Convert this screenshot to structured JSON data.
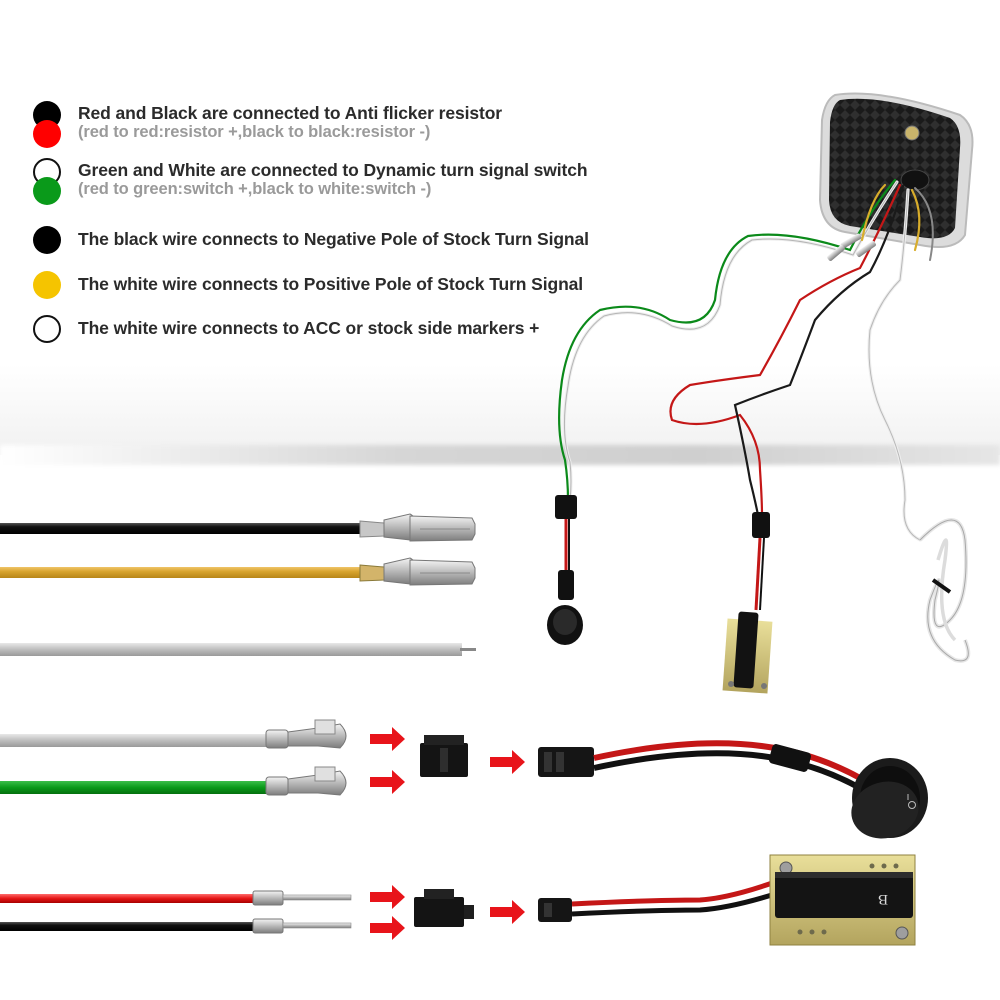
{
  "legend": [
    {
      "text": "Red and Black are connected to Anti flicker resistor",
      "note": "(red to red:resistor +,black to black:resistor -)",
      "dots": [
        "#000000",
        "#ff0000"
      ]
    },
    {
      "text": "Green and White are connected to Dynamic turn signal switch",
      "note": "(red to green:switch +,black to white:switch -)",
      "dots": [
        "#ffffff",
        "#0a9a1a"
      ]
    },
    {
      "text": "The black wire connects to Negative Pole of Stock Turn Signal",
      "dots": [
        "#000000"
      ]
    },
    {
      "text": "The white wire connects to Positive Pole of Stock Turn Signal",
      "dots": [
        "#f5c400"
      ]
    },
    {
      "text": "The white wire connects to ACC or stock side markers +",
      "dots": [
        "#ffffff"
      ]
    }
  ],
  "colors": {
    "black": "#000000",
    "red": "#ff0000",
    "green": "#0a9a1a",
    "yellow": "#f5c400",
    "white": "#ffffff",
    "arrow": "#e8141a",
    "wire_yellow": "#d9a52f",
    "wire_grey": "#bdbdbd"
  },
  "resistor_marking": "B"
}
